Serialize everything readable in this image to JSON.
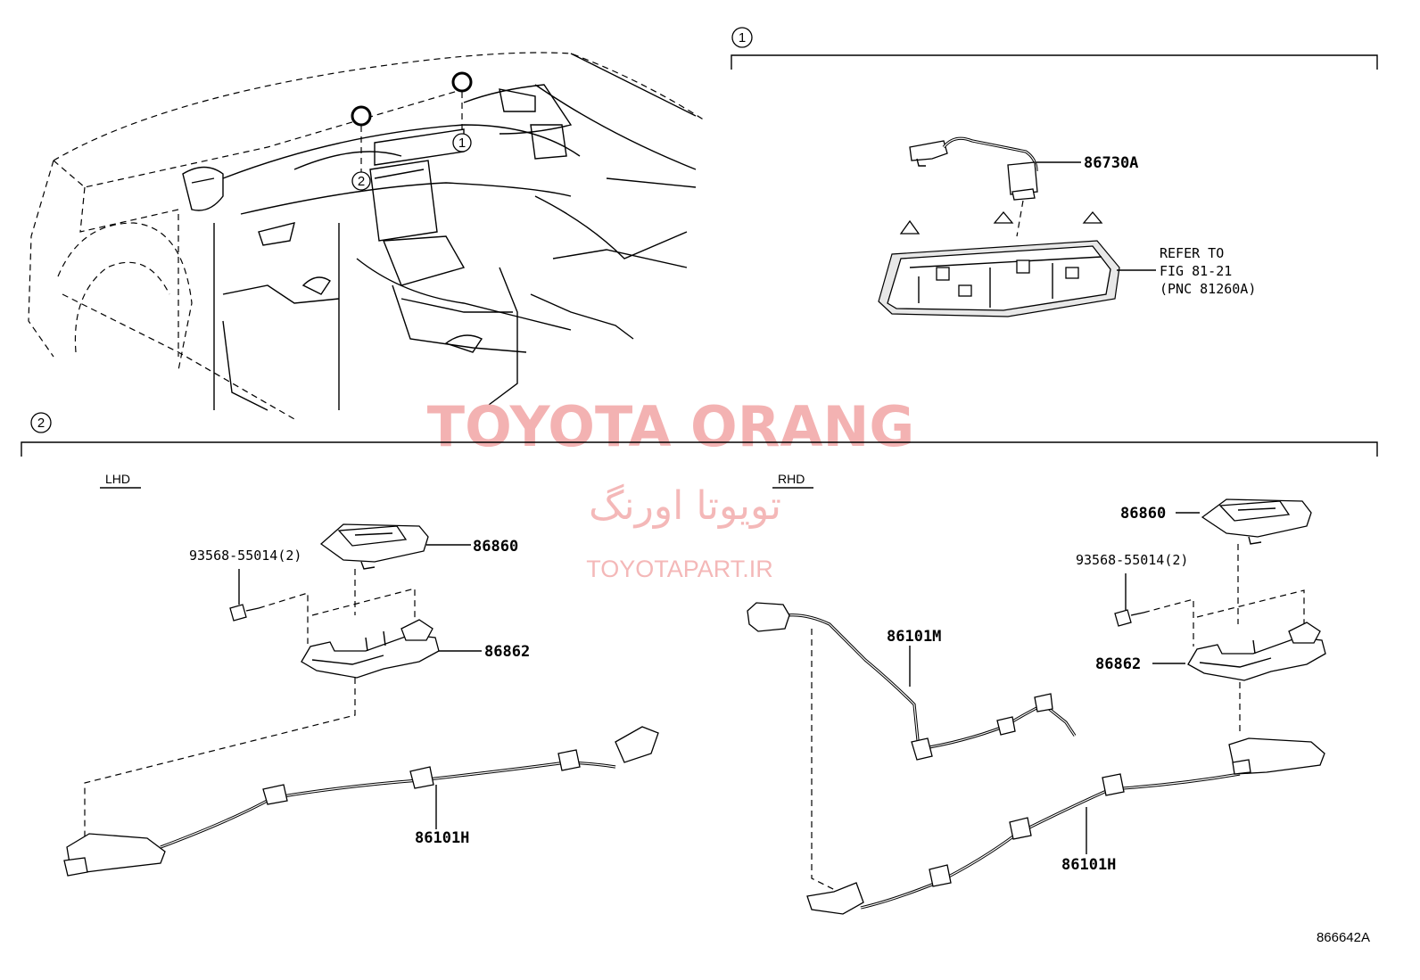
{
  "sections": {
    "section1": {
      "marker": "1"
    },
    "section2": {
      "marker": "2",
      "lhd_label": "LHD",
      "rhd_label": "RHD"
    }
  },
  "overview": {
    "callout_1": "1",
    "callout_2": "2"
  },
  "watermark": {
    "title": "TOYOTA ORANG",
    "subtitle_fa": "تویوتا اورنگ",
    "url": "TOYOTAPART.IR"
  },
  "parts": {
    "p86730A": "86730A",
    "refer_line1": "REFER TO",
    "refer_line2": "FIG 81-21",
    "refer_line3": "(PNC 81260A)",
    "lhd_86860": "86860",
    "lhd_screw": "93568-55014(2)",
    "lhd_86862": "86862",
    "lhd_86101H": "86101H",
    "rhd_86860": "86860",
    "rhd_screw": "93568-55014(2)",
    "rhd_86101M": "86101M",
    "rhd_86862": "86862",
    "rhd_86101H": "86101H"
  },
  "figure_code": "866642A"
}
